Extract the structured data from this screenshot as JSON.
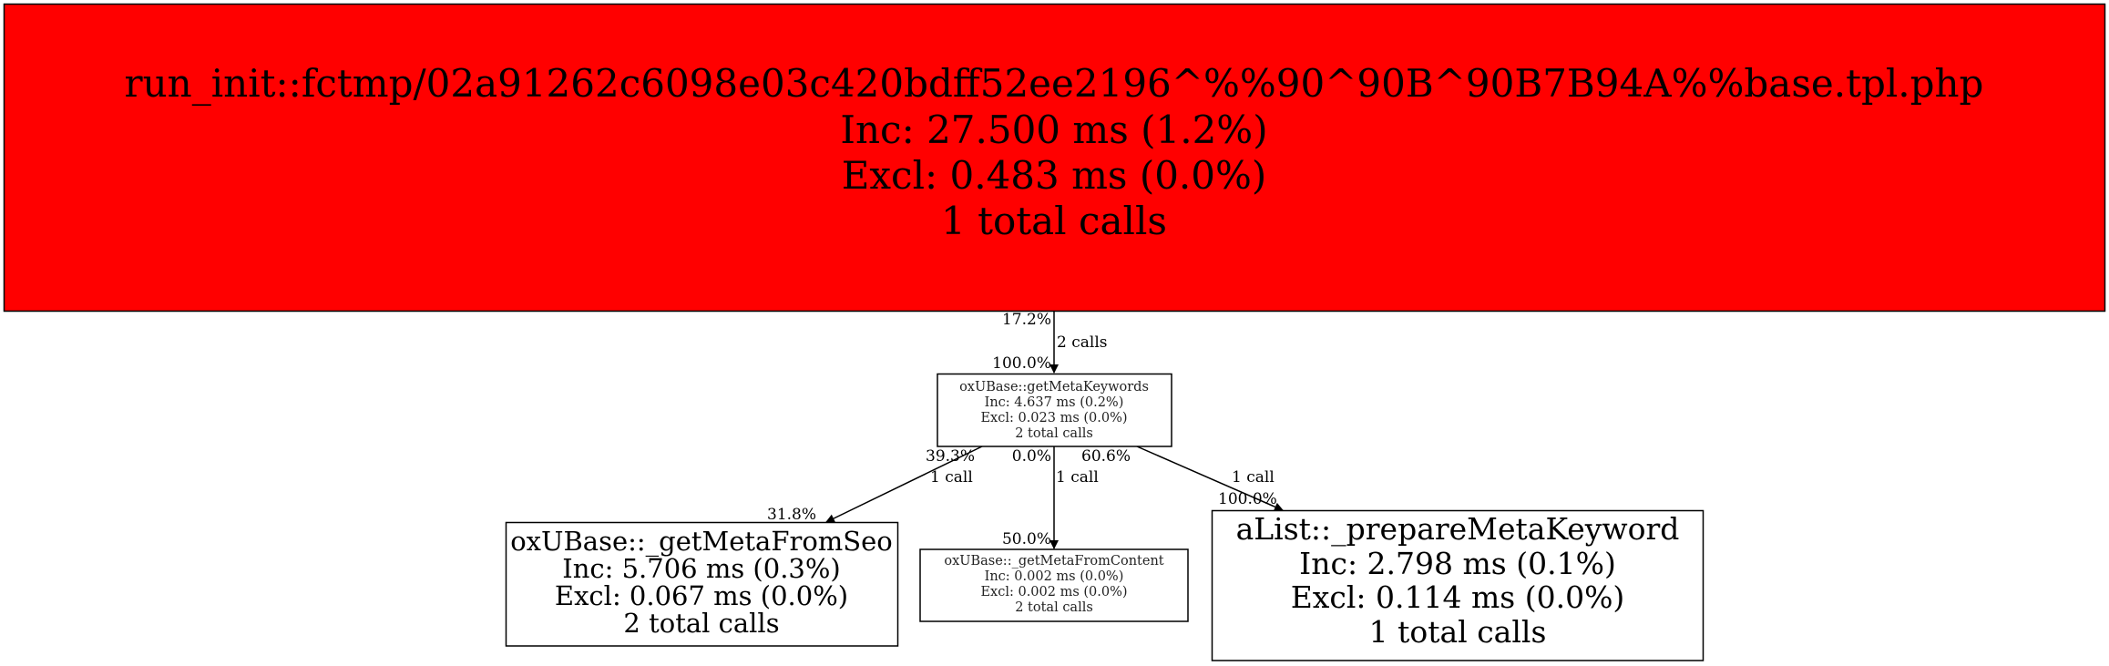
{
  "nodes": {
    "root": {
      "name": "run_init::fctmp/02a91262c6098e03c420bdff52ee2196^%%90^90B^90B7B94A%%base.tpl.php",
      "inc": "Inc: 27.500 ms (1.2%)",
      "excl": "Excl: 0.483 ms (0.0%)",
      "calls": "1 total calls",
      "color": "#ff0000"
    },
    "getMetaKeywords": {
      "name": "oxUBase::getMetaKeywords",
      "inc": "Inc: 4.637 ms (0.2%)",
      "excl": "Excl: 0.023 ms (0.0%)",
      "calls": "2 total calls"
    },
    "getMetaFromSeo": {
      "name": "oxUBase::_getMetaFromSeo",
      "inc": "Inc: 5.706 ms (0.3%)",
      "excl": "Excl: 0.067 ms (0.0%)",
      "calls": "2 total calls"
    },
    "getMetaFromContent": {
      "name": "oxUBase::_getMetaFromContent",
      "inc": "Inc: 0.002 ms (0.0%)",
      "excl": "Excl: 0.002 ms (0.0%)",
      "calls": "2 total calls"
    },
    "prepareMetaKeyword": {
      "name": "aList::_prepareMetaKeyword",
      "inc": "Inc: 2.798 ms (0.1%)",
      "excl": "Excl: 0.114 ms (0.0%)",
      "calls": "1 total calls"
    }
  },
  "edges": {
    "root_to_keywords": {
      "tail": "17.2%",
      "label": "2 calls",
      "head": "100.0%"
    },
    "keywords_to_seo": {
      "tail": "39.3%",
      "label": "1 call",
      "head": "31.8%"
    },
    "keywords_to_content": {
      "tail": "0.0%",
      "label": "1 call",
      "head": "50.0%"
    },
    "keywords_to_prepare": {
      "tail": "60.6%",
      "label": "1 call",
      "head": "100.0%"
    }
  }
}
